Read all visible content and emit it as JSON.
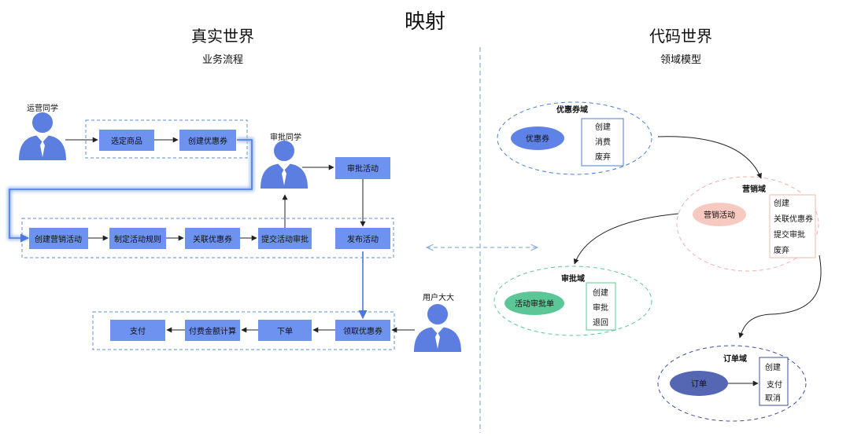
{
  "title": "映射",
  "left": {
    "heading": "真实世界",
    "subheading": "业务流程",
    "actors": {
      "ops": "运营同学",
      "approver": "审批同学",
      "user": "用户大大"
    },
    "steps": {
      "select_product": "选定商品",
      "create_coupon": "创建优惠券",
      "approve_activity": "审批活动",
      "create_campaign": "创建营销活动",
      "set_rules": "制定活动规则",
      "link_coupon": "关联优惠券",
      "submit_approval": "提交活动审批",
      "publish_activity": "发布活动",
      "pay": "支付",
      "calc_amount": "付费金额计算",
      "place_order": "下单",
      "claim_coupon": "领取优惠券"
    }
  },
  "right": {
    "heading": "代码世界",
    "subheading": "领域模型",
    "domains": {
      "coupon": {
        "name": "优惠券域",
        "entity": "优惠券",
        "ops": [
          "创建",
          "消费",
          "废弃"
        ]
      },
      "marketing": {
        "name": "营销域",
        "entity": "营销活动",
        "ops": [
          "创建",
          "关联优惠券",
          "提交审批",
          "废弃"
        ]
      },
      "approval": {
        "name": "审批域",
        "entity": "活动审批单",
        "ops": [
          "创建",
          "审批",
          "退回"
        ]
      },
      "order": {
        "name": "订单域",
        "entity": "订单",
        "ops": [
          "创建",
          "支付",
          "取消"
        ]
      }
    }
  },
  "colors": {
    "step_fill": "#6e92ef",
    "actor": "#5b7ee0",
    "group_border": "#5b8fd6",
    "highlight": "#4a78e0",
    "divider": "#8ab0d6",
    "coupon": "#5f82e6",
    "marketing": "#f7c9c1",
    "approval": "#5cc796",
    "order": "#5566b3",
    "coupon_border": "#4a7fd0",
    "marketing_border": "#f0b0b0",
    "approval_border": "#5cc796",
    "order_border": "#3f4f9a"
  }
}
